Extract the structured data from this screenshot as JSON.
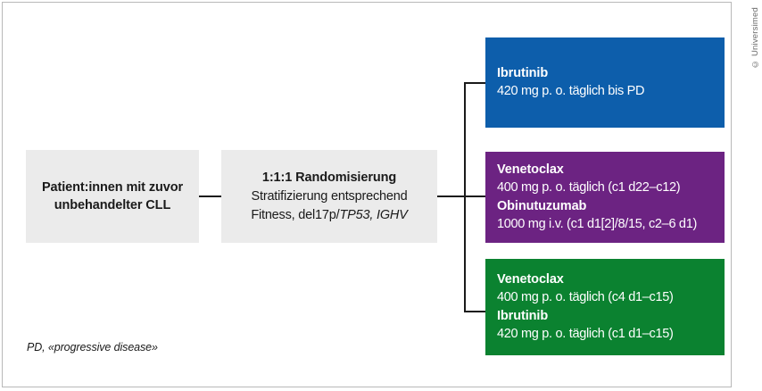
{
  "figure": {
    "copyright": "© Universimed",
    "footnote": "PD, «progressive disease»"
  },
  "population": {
    "line1": "Patient:innen mit zuvor",
    "line2": "unbehandelter CLL"
  },
  "randomisation": {
    "title": "1:1:1 Randomisierung",
    "subtitle": "Stratifizierung entsprechend",
    "strata_prefix": "Fitness, del17p/",
    "strata_gene1": "TP53,",
    "strata_gene2": "IGHV"
  },
  "arms": [
    {
      "id": "ibrutinib",
      "color": "#0d5eab",
      "drug1": "Ibrutinib",
      "dose1": "420 mg p. o. täglich bis PD",
      "drug2": "",
      "dose2": ""
    },
    {
      "id": "venetoclax-obinutuzumab",
      "color": "#6c2382",
      "drug1": "Venetoclax",
      "dose1": "400 mg p. o. täglich (c1 d22–c12)",
      "drug2": "Obinutuzumab",
      "dose2": "1000 mg i.v. (c1 d1[2]/8/15, c2–6 d1)"
    },
    {
      "id": "venetoclax-ibrutinib",
      "color": "#0b8230",
      "drug1": "Venetoclax",
      "dose1": "400 mg p. o. täglich (c4 d1–c15)",
      "drug2": "Ibrutinib",
      "dose2": "420 mg p. o. täglich (c1 d1–c15)"
    }
  ],
  "colors": {
    "grey_box": "#ebebeb",
    "text_dark": "#1a1a1a",
    "frame": "#b9b9b9"
  }
}
